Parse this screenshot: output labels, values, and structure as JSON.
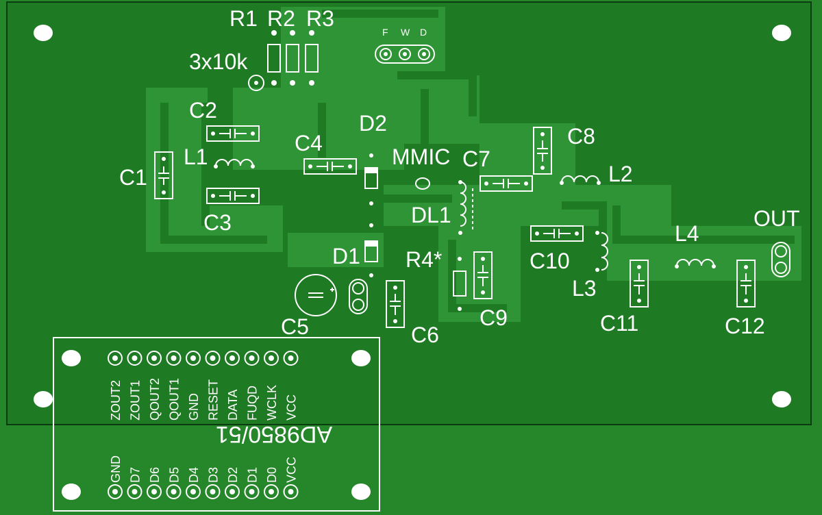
{
  "colors": {
    "background": "#26862a",
    "board": "#1f7a24",
    "copper": "#2f9436",
    "silkscreen": "#ffffff",
    "outline": "#0b3b10"
  },
  "labels": {
    "r1": "R1",
    "r2": "R2",
    "r3": "R3",
    "r_value": "3x10k",
    "f": "F",
    "w": "W",
    "d": "D",
    "c1": "C1",
    "c2": "C2",
    "c3": "C3",
    "c4": "C4",
    "c5": "C5",
    "c6": "C6",
    "c7": "C7",
    "c8": "C8",
    "c9": "C9",
    "c10": "C10",
    "c11": "C11",
    "c12": "C12",
    "l1": "L1",
    "l2": "L2",
    "l3": "L3",
    "l4": "L4",
    "d1": "D1",
    "d2": "D2",
    "mmic": "MMIC",
    "dl1": "DL1",
    "r4": "R4*",
    "out": "OUT"
  },
  "module": {
    "name": "AD9850/51",
    "top_pins": [
      "ZOUT2",
      "ZOUT1",
      "QOUT2",
      "QOUT1",
      "GND",
      "RESET",
      "DATA",
      "FUQD",
      "WCLK",
      "VCC"
    ],
    "bottom_pins": [
      "GND",
      "D7",
      "D6",
      "D5",
      "D4",
      "D3",
      "D2",
      "D1",
      "D0",
      "VCC"
    ]
  }
}
